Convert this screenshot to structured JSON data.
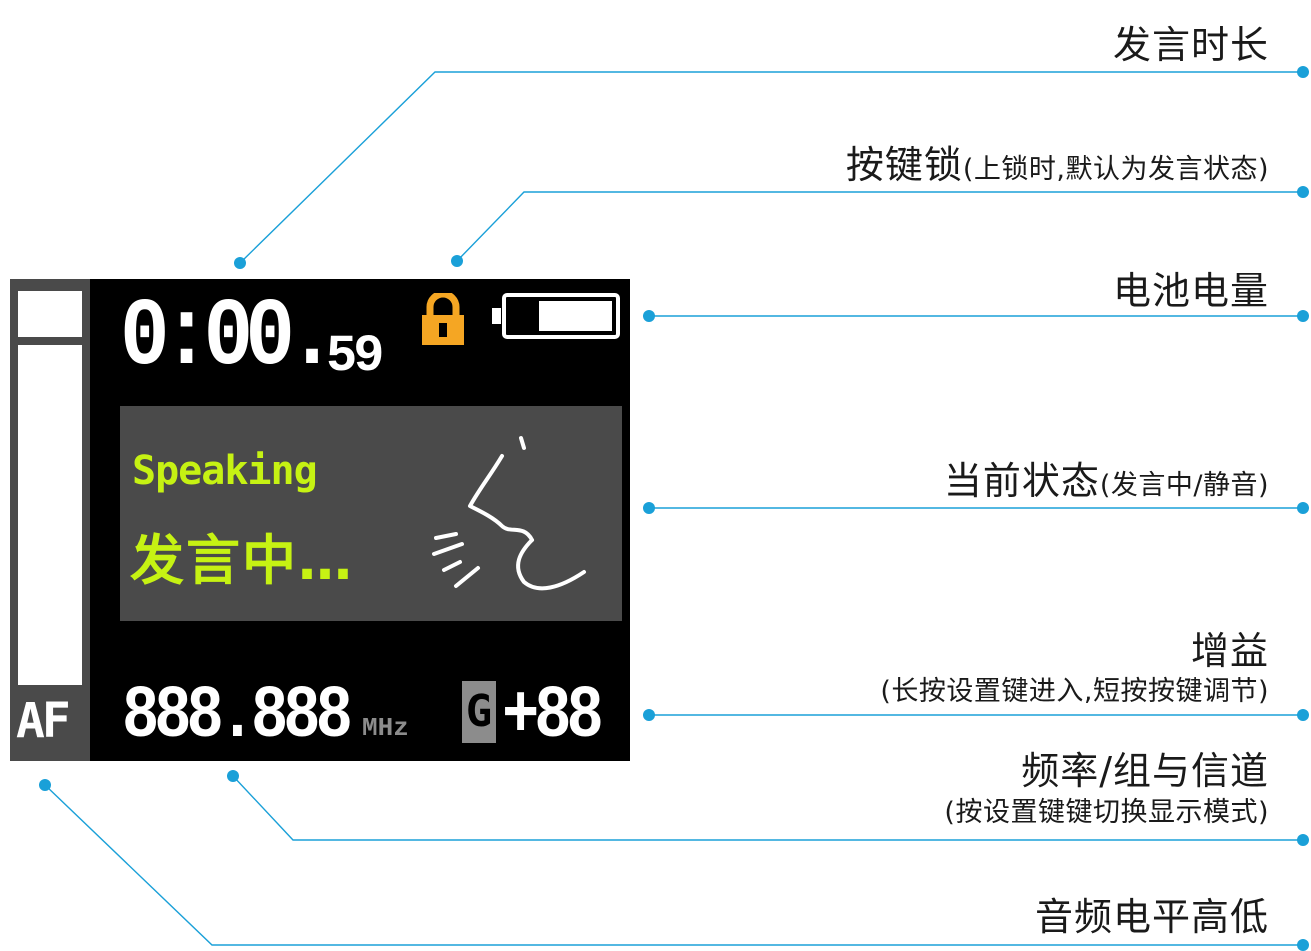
{
  "labels": {
    "duration": {
      "title": "发言时长"
    },
    "key_lock": {
      "title": "按键锁",
      "note": "(上锁时,默认为发言状态)"
    },
    "battery": {
      "title": "电池电量"
    },
    "state": {
      "title": "当前状态",
      "note": "(发言中/静音)"
    },
    "gain": {
      "title": "增益",
      "note": "(长按设置键进入,短按按键调节)"
    },
    "channel": {
      "title": "频率/组与信道",
      "note": "(按设置键键切换显示模式)"
    },
    "audio_level": {
      "title": "音频电平高低"
    }
  },
  "screen": {
    "timer_main": "0:00.",
    "timer_sub": "59",
    "status_en": "Speaking",
    "status_cn": "发言中…",
    "frequency": "888.888",
    "frequency_unit": "MHz",
    "gain_prefix": "G",
    "gain_value": "+88",
    "af_label": "AF",
    "battery_level": 0.72,
    "lock_icon": "padlock-icon",
    "speaker_icon": "speaking-person-icon"
  },
  "colors": {
    "leader": "#1aa0d8",
    "status_text": "#c6f213",
    "lock": "#f5a623",
    "screen_bg": "#000000",
    "panel_bg": "#4a4a4a"
  }
}
